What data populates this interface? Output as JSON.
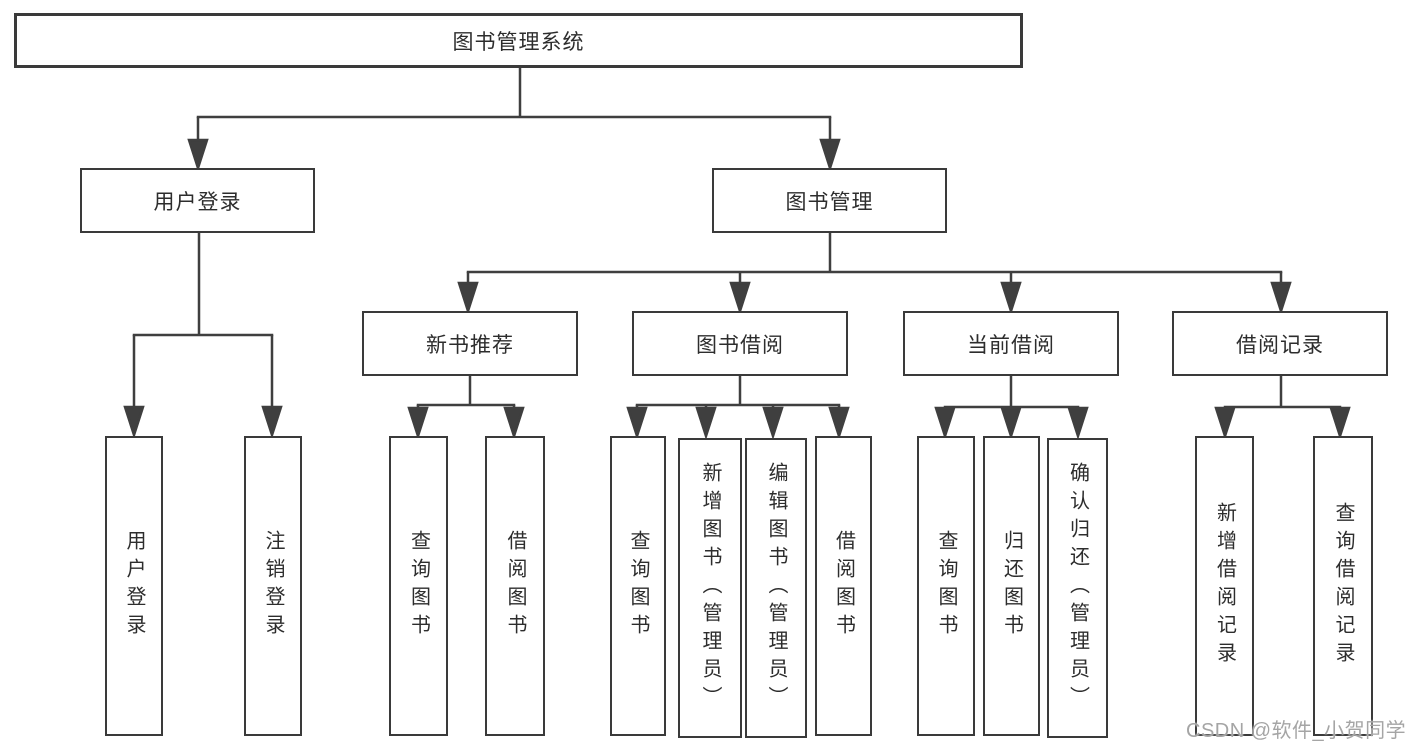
{
  "diagram": {
    "root": {
      "label": "图书管理系统"
    },
    "level2": [
      {
        "label": "用户登录"
      },
      {
        "label": "图书管理"
      }
    ],
    "level3": [
      {
        "label": "新书推荐"
      },
      {
        "label": "图书借阅"
      },
      {
        "label": "当前借阅"
      },
      {
        "label": "借阅记录"
      }
    ],
    "leaves": {
      "user_login": [
        "用户登录",
        "注销登录"
      ],
      "new_book_recommend": [
        "查询图书",
        "借阅图书"
      ],
      "book_borrow": [
        "查询图书",
        "新增图书（管理员）",
        "编辑图书（管理员）",
        "借阅图书"
      ],
      "current_borrow": [
        "查询图书",
        "归还图书",
        "确认归还（管理员）"
      ],
      "borrow_records": [
        "新增借阅记录",
        "查询借阅记录"
      ]
    }
  },
  "watermark": {
    "text": "CSDN @软件_小贺同学"
  },
  "colors": {
    "line": "#3f3f3f",
    "border": "#3a3a3a",
    "text": "#2d2d2d",
    "watermark": "#a5a5a5",
    "background": "#ffffff"
  }
}
